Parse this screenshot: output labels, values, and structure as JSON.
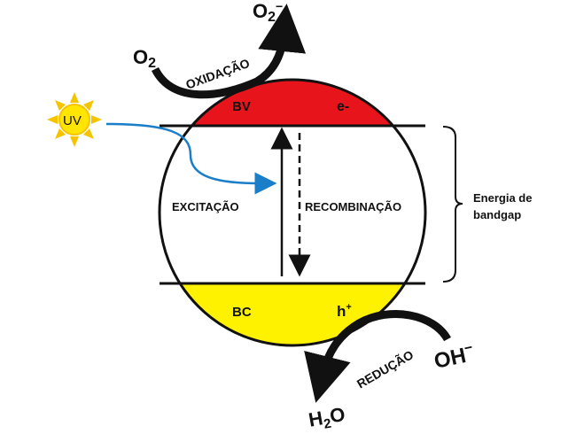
{
  "labels": {
    "bv": "BV",
    "electron": "e-",
    "bc": "BC",
    "hole": "h",
    "hole_sup": "+",
    "excitation": "EXCITAÇÃO",
    "recombination": "RECOMBINAÇÃO",
    "bandgap_line1": "Energia de",
    "bandgap_line2": "bandgap",
    "uv": "UV",
    "oxidation": "OXIDAÇÃO",
    "reduction": "REDUÇÃO",
    "o2": "O",
    "o2_sub": "2",
    "o2_radical": "O",
    "o2_radical_sub": "2",
    "o2_radical_sup": "−",
    "oh": "OH",
    "oh_sup": "−",
    "h2o_h": "H",
    "h2o_sub": "2",
    "h2o_o": "O"
  },
  "colors": {
    "valence_band": "#e8141c",
    "conduction_band": "#fff200",
    "sun": "#ffe500",
    "sun_rays": "#f5c400",
    "uv_arrow": "#1a7fc8"
  }
}
